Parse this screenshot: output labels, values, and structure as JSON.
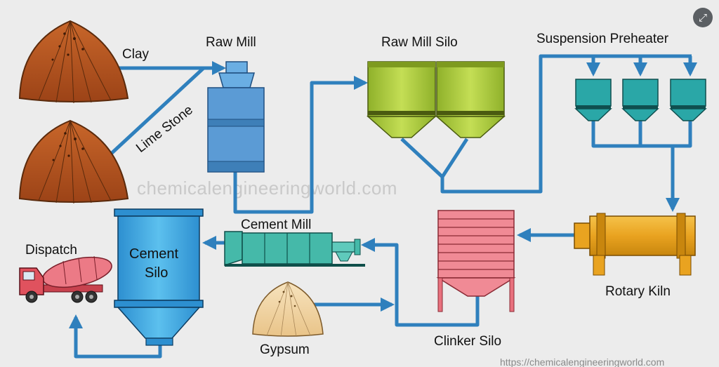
{
  "labels": {
    "clay": "Clay",
    "limestone": "Lime Stone",
    "raw_mill": "Raw Mill",
    "raw_mill_silo": "Raw Mill Silo",
    "suspension_preheater": "Suspension Preheater",
    "rotary_kiln": "Rotary Kiln",
    "clinker_silo": "Clinker Silo",
    "gypsum": "Gypsum",
    "cement_mill": "Cement Mill",
    "cement_silo_line1": "Cement",
    "cement_silo_line2": "Silo",
    "dispatch": "Dispatch"
  },
  "watermark": "chemicalengineeringworld.com",
  "source_url": "https://chemicalengineeringworld.com",
  "colors": {
    "flow_arrow": "#2f80bd",
    "raw_mill": "#5b9bd5",
    "raw_mill_silo": "#a8c83a",
    "preheater": "#2aa7a7",
    "rotary_kiln": "#e0a21b",
    "clinker_silo": "#e87a87",
    "cement_silo": "#3fa7df",
    "cement_mill": "#45b9a9",
    "pile": "#b9541f",
    "gypsum": "#f3d6a4"
  },
  "close_icon": "expand-collapse-icon"
}
